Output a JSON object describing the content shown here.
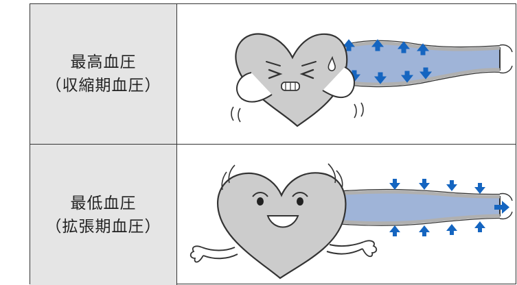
{
  "rows": [
    {
      "title": "最高血圧",
      "subtitle": "（収縮期血圧）",
      "state": "heart-contracting"
    },
    {
      "title": "最低血圧",
      "subtitle": "（拡張期血圧）",
      "state": "heart-relaxing"
    }
  ],
  "colors": {
    "border": "#333333",
    "label_background": "#e5e5e5",
    "heart_fill": "#cccccc",
    "vessel_fill": "#9fb4d8",
    "vessel_wall": "#b0b0b0",
    "arrow": "#1565c0"
  }
}
